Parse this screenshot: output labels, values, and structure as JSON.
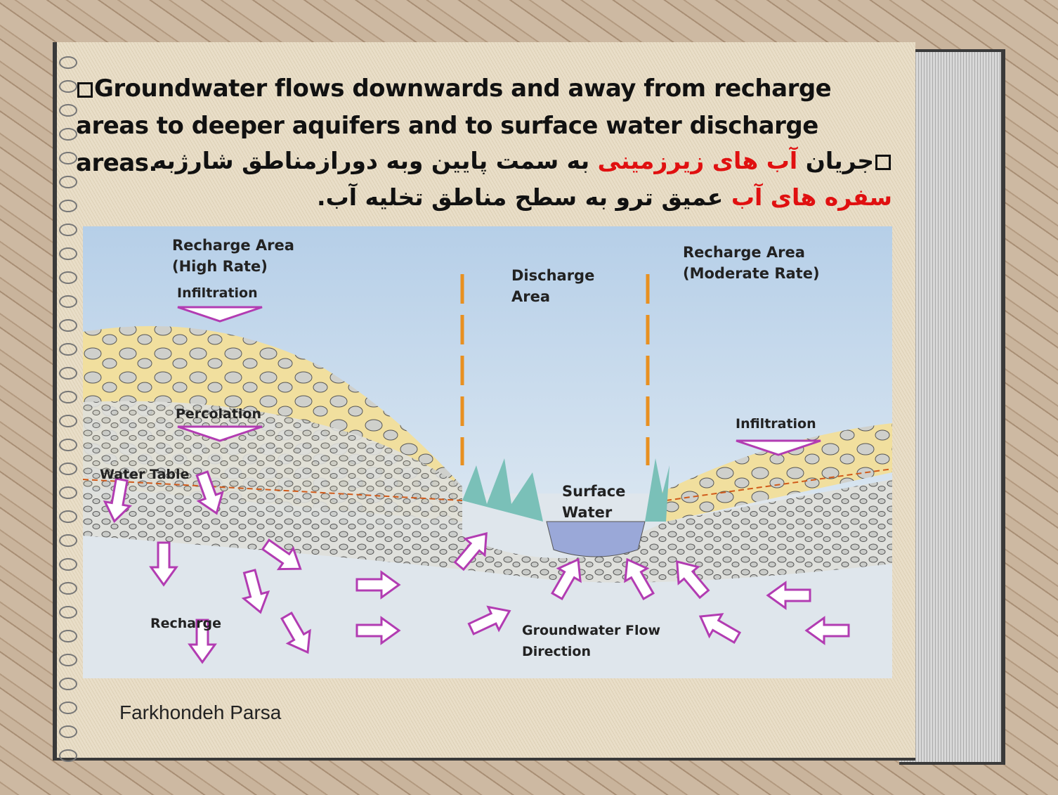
{
  "slide": {
    "english_text": "Groundwater flows downwards and away from recharge areas to deeper aquifers and to surface water discharge areas.",
    "persian_text": {
      "part1": "جریان ",
      "part2_red": "آب های زیرزمینی",
      "part3": " به سمت پایین وبه دورازمناطق شارژبه ",
      "part4_red": "سفره های آب",
      "part5": " عمیق ترو به سطح مناطق تخلیه آب."
    },
    "author": "Farkhondeh Parsa",
    "bullet_icon": "square-bullet-icon",
    "accent_color": "#e01010"
  },
  "diagram": {
    "labels": {
      "recharge_high": "Recharge Area\n(High Rate)",
      "infiltration_left": "Infiltration",
      "discharge_area": "Discharge\nArea",
      "recharge_moderate": "Recharge Area\n(Moderate Rate)",
      "percolation": "Percolation",
      "infiltration_right": "Infiltration",
      "water_table": "Water Table",
      "surface_water": "Surface\nWater",
      "recharge": "Recharge",
      "flow_direction": "Groundwater Flow\nDirection"
    },
    "colors": {
      "arrow": "#b23cb2",
      "sky": "#bcd3ea",
      "soil": "#f1df9e",
      "groundwater": "#dfe6ec",
      "water": "#9aa8d8"
    }
  }
}
